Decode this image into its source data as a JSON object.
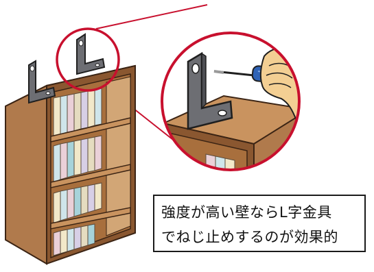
{
  "caption": {
    "line1": "強度が高い壁ならL字金具",
    "line2": "でねじ止めするのが効果的"
  },
  "icons": {
    "bookshelf": "bookshelf-icon",
    "l_bracket": "l-bracket-icon",
    "screwdriver": "screwdriver-icon",
    "hand": "hand-icon",
    "magnifier": "zoom-circle"
  },
  "colors": {
    "accent": "#c8102e",
    "wood_front": "#b07a4c",
    "wood_side": "#8a5730",
    "wood_top": "#c9935f",
    "bracket": "#6d6e73",
    "screwdriver_handle": "#2f63b6",
    "hand": "#f3cf93"
  }
}
